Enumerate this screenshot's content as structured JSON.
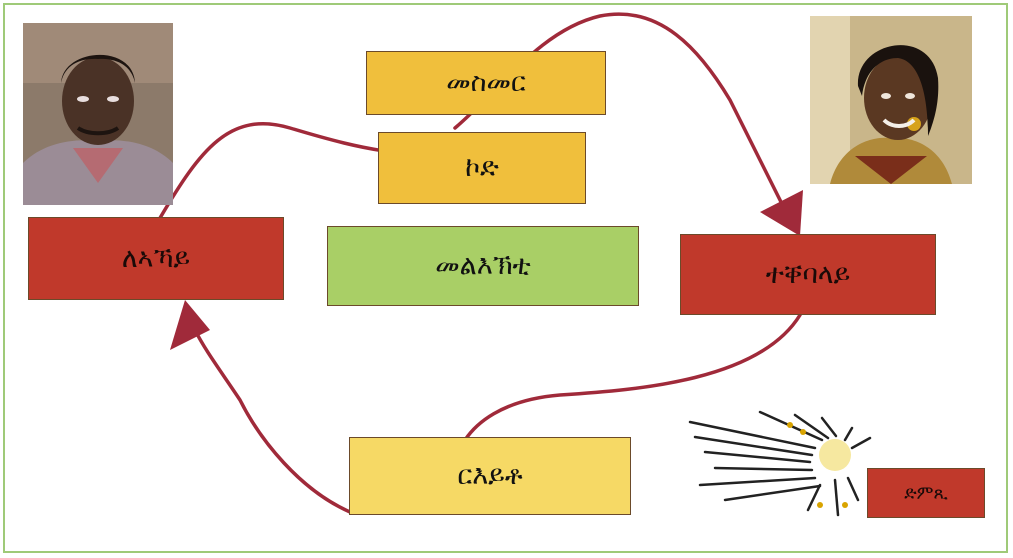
{
  "diagram": {
    "sender": "ለኣኻይ",
    "receiver": "ተቐባላይ",
    "channel": "መስመር",
    "code": "ኮድ",
    "message": "መልእኽቲ",
    "feedback": "ርእይቶ",
    "noise": "ድምጺ"
  },
  "colors": {
    "arrow": "#a02a3a",
    "red_box": "#c0392b",
    "orange_box": "#f0bf3c",
    "green_box": "#a9cf66",
    "yellow_box": "#f6d965",
    "border_frame": "#9fca78"
  },
  "icons": {
    "sender_photo": "man-portrait",
    "receiver_photo": "woman-portrait",
    "noise_graphic": "explosion-burst"
  }
}
